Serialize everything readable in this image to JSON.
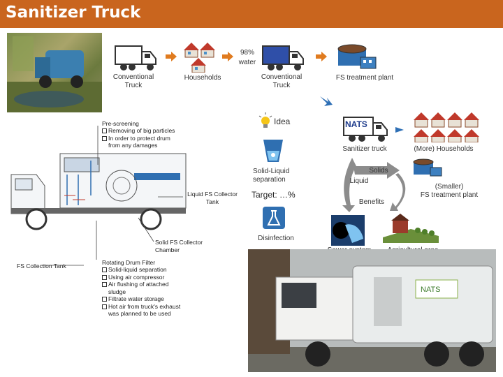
{
  "title": "Sanitizer Truck",
  "top_row": {
    "conventional_truck_1": "Conventional\nTruck",
    "households": "Households",
    "water_pct": "98%",
    "water_word": "water",
    "conventional_truck_2": "Conventional\nTruck",
    "fs_plant": "FS treatment plant"
  },
  "idea": {
    "label": "Idea",
    "sanitizer_truck": "Sanitizer truck",
    "more_households": "(More) Households",
    "solid_liquid": "Solid-Liquid\nseparation",
    "target": "Target: …%",
    "liquid": "Liquid",
    "solids": "Solids",
    "benefits": "Benefits",
    "smaller_plant": "(Smaller)\nFS treatment plant",
    "disinfection": "Disinfection",
    "sewer": "Sewer system",
    "agri": "Agricultural area",
    "logo_text": "NATS"
  },
  "diagram": {
    "prescreen_title": "Pre-screening",
    "prescreen_items": [
      "Removing of big particles",
      "In order to protect drum\nfrom any damages"
    ],
    "liquid_tank": "Liquid FS Collector\nTank",
    "solid_chamber": "Solid FS Collector\nChamber",
    "fs_tank": "FS Collection Tank",
    "drum_title": "Rotating Drum Filter",
    "drum_items": [
      "Solid-liquid separation",
      "Using air compressor",
      "Air flushing of attached\nsludge",
      "Filtrate water storage",
      "Hot air from truck's exhaust\nwas planned to be used"
    ]
  },
  "colors": {
    "title_bar": "#c9651e",
    "arrow_orange": "#e07b1f",
    "arrow_blue": "#2e6fb5",
    "flow_grey": "#8c8c8c",
    "icon_blue": "#2f6fb1"
  }
}
